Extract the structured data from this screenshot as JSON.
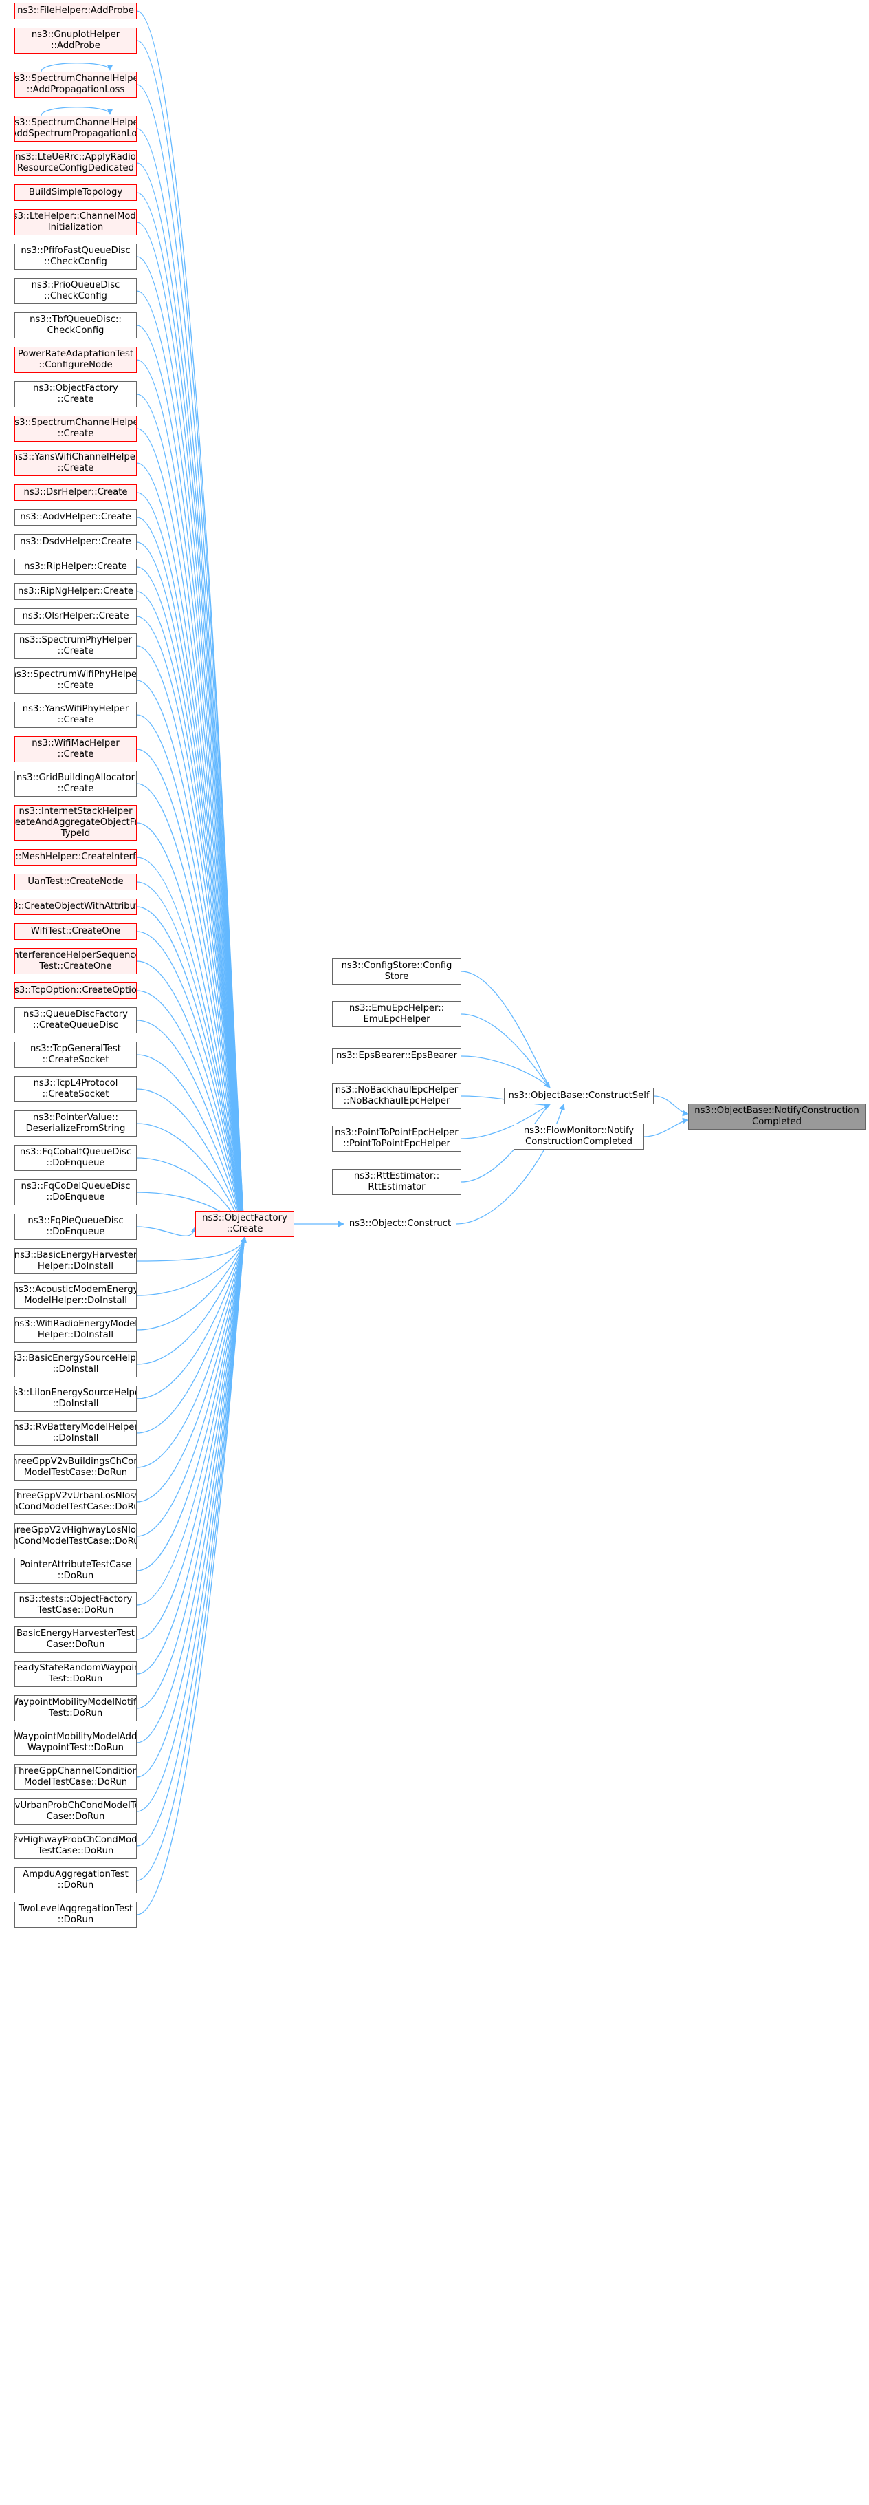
{
  "graph": {
    "title": "ns3::ObjectBase::NotifyConstructionCompleted caller graph",
    "edge_color": "#63b8ff",
    "colors": {
      "normal_border": "#666666",
      "highlight_border": "#ff0000",
      "highlight_fill": "#fff0f0",
      "focus_fill": "#999999"
    },
    "focus_node": "ns3::ObjectBase::NotifyConstruction\nCompleted",
    "object_create": "ns3::ObjectFactory\n::Create",
    "object_construct": "ns3::Object::Construct",
    "construct_self": "ns3::ObjectBase::ConstructSelf",
    "flow_monitor": "ns3::FlowMonitor::Notify\nConstructionCompleted",
    "construct_self_callers": [
      "ns3::ConfigStore::Config\nStore",
      "ns3::EmuEpcHelper::\nEmuEpcHelper",
      "ns3::EpsBearer::EpsBearer",
      "ns3::NoBackhaulEpcHelper\n::NoBackhaulEpcHelper",
      "ns3::PointToPointEpcHelper\n::PointToPointEpcHelper",
      "ns3::RttEstimator::\nRttEstimator"
    ],
    "create_callers": [
      {
        "label": "ns3::FileHelper::AddProbe",
        "red": true
      },
      {
        "label": "ns3::GnuplotHelper\n::AddProbe",
        "red": true
      },
      {
        "label": "ns3::SpectrumChannelHelper\n::AddPropagationLoss",
        "red": true,
        "loop": true
      },
      {
        "label": "ns3::SpectrumChannelHelper\n::AddSpectrumPropagationLoss",
        "red": true,
        "loop": true
      },
      {
        "label": "ns3::LteUeRrc::ApplyRadio\nResourceConfigDedicated",
        "red": true
      },
      {
        "label": "BuildSimpleTopology",
        "red": true
      },
      {
        "label": "ns3::LteHelper::ChannelModel\nInitialization",
        "red": true
      },
      {
        "label": "ns3::PfifoFastQueueDisc\n::CheckConfig",
        "red": false
      },
      {
        "label": "ns3::PrioQueueDisc\n::CheckConfig",
        "red": false
      },
      {
        "label": "ns3::TbfQueueDisc::\nCheckConfig",
        "red": false
      },
      {
        "label": "PowerRateAdaptationTest\n::ConfigureNode",
        "red": true
      },
      {
        "label": "ns3::ObjectFactory\n::Create",
        "red": false
      },
      {
        "label": "ns3::SpectrumChannelHelper\n::Create",
        "red": true
      },
      {
        "label": "ns3::YansWifiChannelHelper\n::Create",
        "red": true
      },
      {
        "label": "ns3::DsrHelper::Create",
        "red": true
      },
      {
        "label": "ns3::AodvHelper::Create",
        "red": false
      },
      {
        "label": "ns3::DsdvHelper::Create",
        "red": false
      },
      {
        "label": "ns3::RipHelper::Create",
        "red": false
      },
      {
        "label": "ns3::RipNgHelper::Create",
        "red": false
      },
      {
        "label": "ns3::OlsrHelper::Create",
        "red": false
      },
      {
        "label": "ns3::SpectrumPhyHelper\n::Create",
        "red": false
      },
      {
        "label": "ns3::SpectrumWifiPhyHelper\n::Create",
        "red": false
      },
      {
        "label": "ns3::YansWifiPhyHelper\n::Create",
        "red": false
      },
      {
        "label": "ns3::WifiMacHelper\n::Create",
        "red": true
      },
      {
        "label": "ns3::GridBuildingAllocator\n::Create",
        "red": false
      },
      {
        "label": "ns3::InternetStackHelper\n::CreateAndAggregateObjectFrom\nTypeId",
        "red": true
      },
      {
        "label": "ns3::MeshHelper::CreateInterface",
        "red": true
      },
      {
        "label": "UanTest::CreateNode",
        "red": true
      },
      {
        "label": "ns3::CreateObjectWithAttributes",
        "red": true
      },
      {
        "label": "WifiTest::CreateOne",
        "red": true
      },
      {
        "label": "InterferenceHelperSequence\nTest::CreateOne",
        "red": true
      },
      {
        "label": "ns3::TcpOption::CreateOption",
        "red": true
      },
      {
        "label": "ns3::QueueDiscFactory\n::CreateQueueDisc",
        "red": false
      },
      {
        "label": "ns3::TcpGeneralTest\n::CreateSocket",
        "red": false
      },
      {
        "label": "ns3::TcpL4Protocol\n::CreateSocket",
        "red": false
      },
      {
        "label": "ns3::PointerValue::\nDeserializeFromString",
        "red": false
      },
      {
        "label": "ns3::FqCobaltQueueDisc\n::DoEnqueue",
        "red": false
      },
      {
        "label": "ns3::FqCoDelQueueDisc\n::DoEnqueue",
        "red": false
      },
      {
        "label": "ns3::FqPieQueueDisc\n::DoEnqueue",
        "red": false
      },
      {
        "label": "ns3::BasicEnergyHarvester\nHelper::DoInstall",
        "red": false
      },
      {
        "label": "ns3::AcousticModemEnergy\nModelHelper::DoInstall",
        "red": false
      },
      {
        "label": "ns3::WifiRadioEnergyModel\nHelper::DoInstall",
        "red": false
      },
      {
        "label": "ns3::BasicEnergySourceHelper\n::DoInstall",
        "red": false
      },
      {
        "label": "ns3::LiIonEnergySourceHelper\n::DoInstall",
        "red": false
      },
      {
        "label": "ns3::RvBatteryModelHelper\n::DoInstall",
        "red": false
      },
      {
        "label": "ThreeGppV2vBuildingsChCond\nModelTestCase::DoRun",
        "red": false
      },
      {
        "label": "ThreeGppV2vUrbanLosNlosv\nChCondModelTestCase::DoRun",
        "red": false
      },
      {
        "label": "ThreeGppV2vHighwayLosNlosv\nChCondModelTestCase::DoRun",
        "red": false
      },
      {
        "label": "PointerAttributeTestCase\n::DoRun",
        "red": false
      },
      {
        "label": "ns3::tests::ObjectFactory\nTestCase::DoRun",
        "red": false
      },
      {
        "label": "BasicEnergyHarvesterTest\nCase::DoRun",
        "red": false
      },
      {
        "label": "SteadyStateRandomWaypoint\nTest::DoRun",
        "red": false
      },
      {
        "label": "WaypointMobilityModelNotify\nTest::DoRun",
        "red": false
      },
      {
        "label": "WaypointMobilityModelAdd\nWaypointTest::DoRun",
        "red": false
      },
      {
        "label": "ThreeGppChannelCondition\nModelTestCase::DoRun",
        "red": false
      },
      {
        "label": "V2vUrbanProbChCondModelTest\nCase::DoRun",
        "red": false
      },
      {
        "label": "V2vHighwayProbChCondModel\nTestCase::DoRun",
        "red": false
      },
      {
        "label": "AmpduAggregationTest\n::DoRun",
        "red": false
      },
      {
        "label": "TwoLevelAggregationTest\n::DoRun",
        "red": false
      }
    ]
  }
}
